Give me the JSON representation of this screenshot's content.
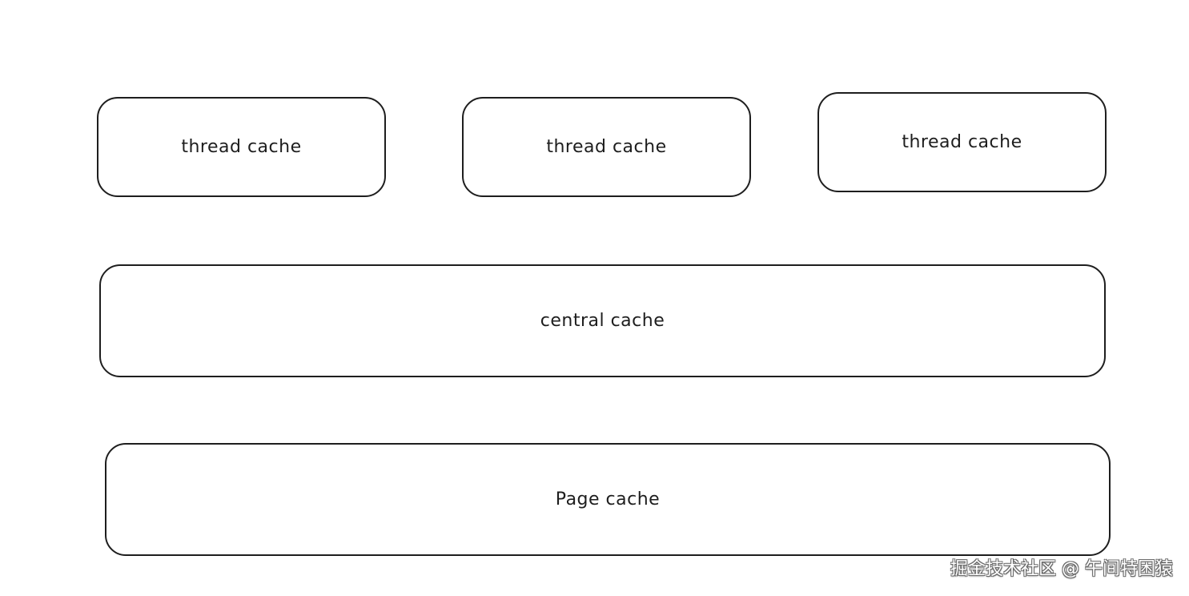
{
  "diagram": {
    "thread_caches": [
      {
        "label": "thread cache"
      },
      {
        "label": "thread cache"
      },
      {
        "label": "thread cache"
      }
    ],
    "central_cache": {
      "label": "central cache"
    },
    "page_cache": {
      "label": "Page cache"
    }
  },
  "watermark": {
    "text": "掘金技术社区 @ 午间特困猿"
  },
  "colors": {
    "stroke": "#1e1e1e",
    "background": "#ffffff"
  }
}
